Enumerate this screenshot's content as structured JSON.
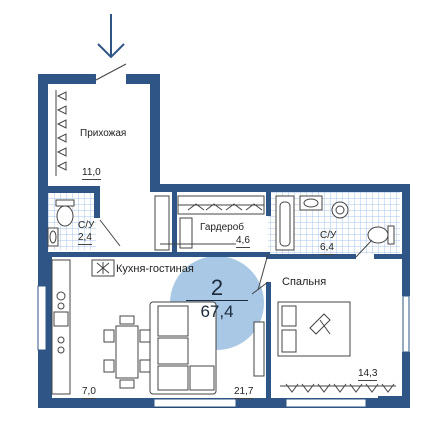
{
  "colors": {
    "wall": "#2e5585",
    "tile": "#a9c6e8",
    "accent_circle": "#a8c8e6",
    "furniture": "#555555"
  },
  "icons": [
    "entrance-arrow-icon",
    "coat-hanger-icon",
    "toilet-icon",
    "sink-icon",
    "bathtub-icon",
    "stove-icon",
    "bed-icon",
    "sofa-icon",
    "dining-table-icon",
    "washing-machine-icon"
  ],
  "apartment": {
    "rooms_count": "2",
    "total_area": "67,4"
  },
  "rooms": {
    "hallway": {
      "name": "Прихожая",
      "area": "11,0"
    },
    "bath1": {
      "name": "С/У",
      "area": "2,4"
    },
    "wardrobe": {
      "name": "Гардероб",
      "area": "4,6"
    },
    "bath2": {
      "name": "С/У",
      "area": "6,4"
    },
    "kitchen": {
      "name": "Кухня-гостиная",
      "area": "7,0"
    },
    "living_area": "21,7",
    "bedroom": {
      "name": "Спальня",
      "area": "14,3"
    }
  }
}
